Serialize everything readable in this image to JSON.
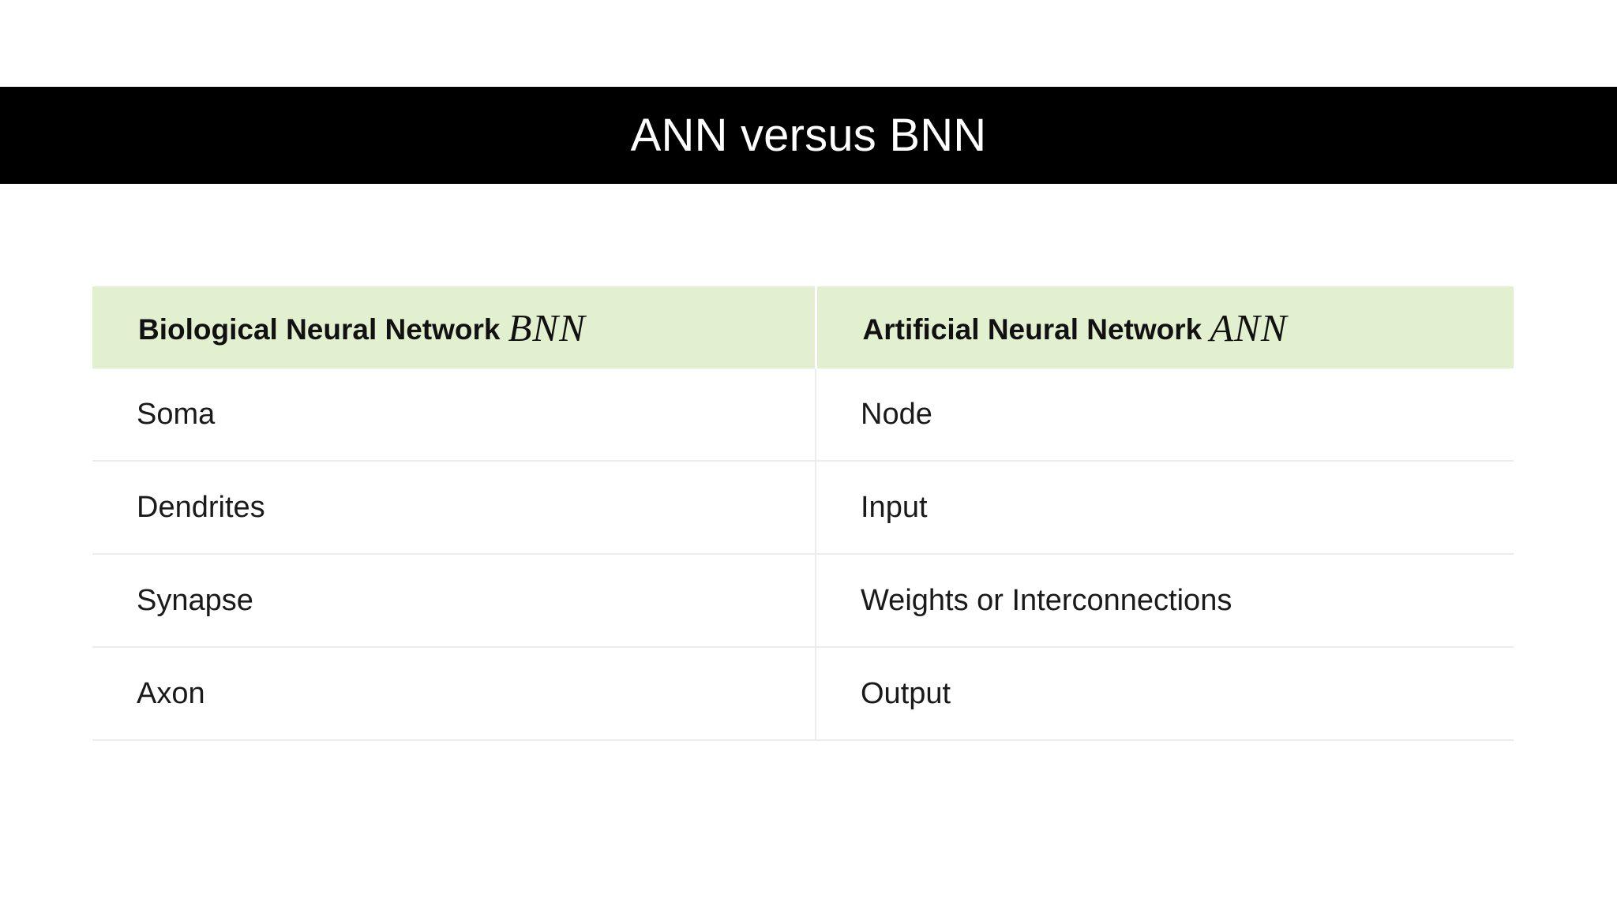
{
  "slide": {
    "title": "ANN versus BNN",
    "background_color": "#ffffff",
    "banner_color": "#000000",
    "banner_text_color": "#ffffff"
  },
  "table": {
    "header_background": "#e3f0cf",
    "border_color": "#ececec",
    "columns": [
      {
        "label": "Biological Neural Network",
        "abbr": "BNN"
      },
      {
        "label": "Artificial Neural Network",
        "abbr": "ANN"
      }
    ],
    "rows": [
      {
        "bnn": "Soma",
        "ann": "Node"
      },
      {
        "bnn": "Dendrites",
        "ann": "Input"
      },
      {
        "bnn": "Synapse",
        "ann": "Weights or Interconnections"
      },
      {
        "bnn": "Axon",
        "ann": "Output"
      }
    ]
  }
}
